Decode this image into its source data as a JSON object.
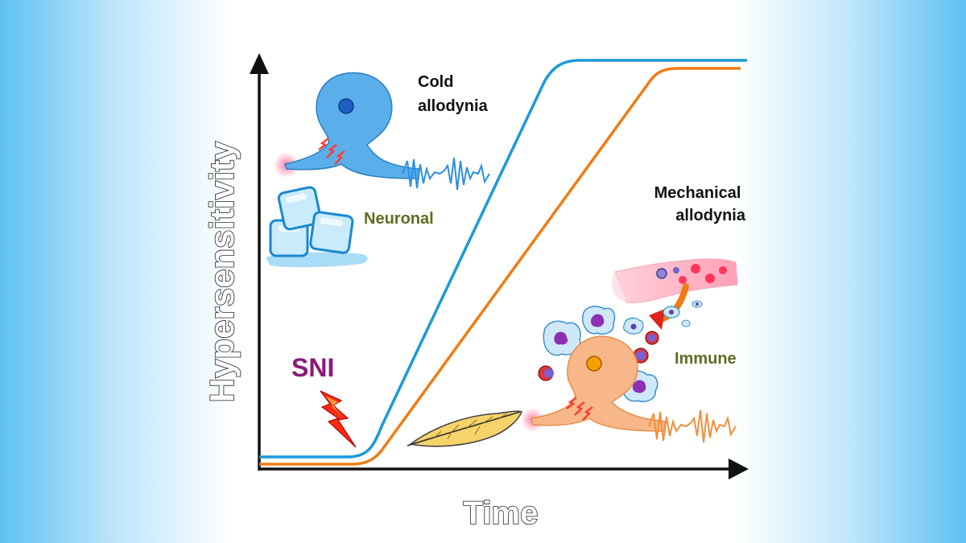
{
  "axes": {
    "x_title": "Time",
    "y_title": "Hypersensitivity"
  },
  "labels": {
    "cold": [
      "Cold",
      "allodynia"
    ],
    "mechanical": [
      "Mechanical",
      "allodynia"
    ],
    "neuronal": "Neuronal",
    "immune": "Immune",
    "sni": "SNI"
  },
  "colors": {
    "cold_curve": "#1b9ad8",
    "mechanical_curve": "#ef7d14",
    "neuron_blue": "#5aaee9",
    "neuron_orange": "#f7b788",
    "label_green": "#5f6e23",
    "sni_purple": "#8b1a7b",
    "lightning": "#ff2a12"
  },
  "icons": [
    "ice-cubes-icon",
    "feather-icon",
    "lightning-bolt-icon",
    "blood-vessel-icon",
    "immune-cell-icon",
    "neuron-icon",
    "nerve-signal-icon"
  ]
}
